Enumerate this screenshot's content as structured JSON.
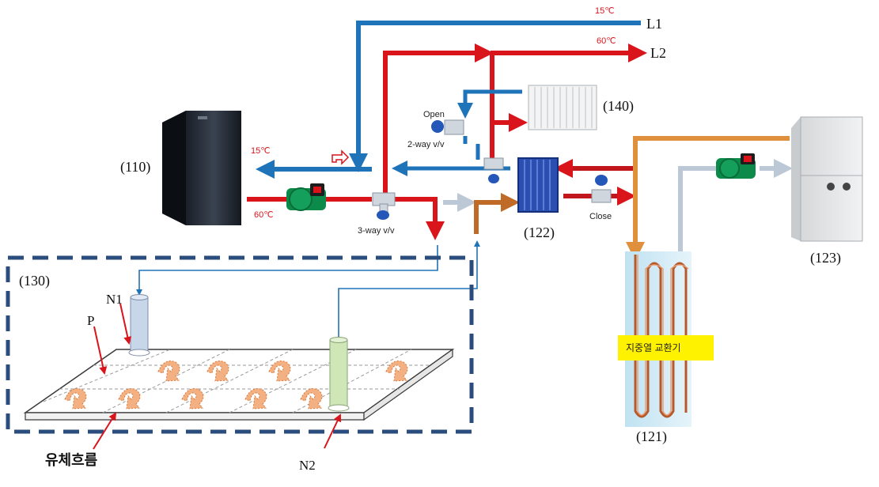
{
  "colors": {
    "hot": "#d9141b",
    "cold": "#1f73b8",
    "orange": "#e0903c",
    "grey": "#bcc8d6",
    "brown": "#c06a28",
    "dashed_box": "#2b4d7e",
    "exchanger_label_bg": "#fff200"
  },
  "labels": {
    "l1": "L1",
    "l2": "L2",
    "temp_l1": "15℃",
    "temp_l2": "60℃",
    "temp_return": "15℃",
    "temp_supply": "60℃",
    "ref_110": "(110)",
    "ref_122": "(122)",
    "ref_123": "(123)",
    "ref_130": "(130)",
    "ref_140": "(140)",
    "ref_121": "(121)",
    "open": "Open",
    "two_way": "2-way v/v",
    "three_way": "3-way v/v",
    "close": "Close",
    "exchanger": "지중열 교환기",
    "n1": "N1",
    "n2": "N2",
    "p": "P",
    "fluid_flow": "유체흐름"
  }
}
